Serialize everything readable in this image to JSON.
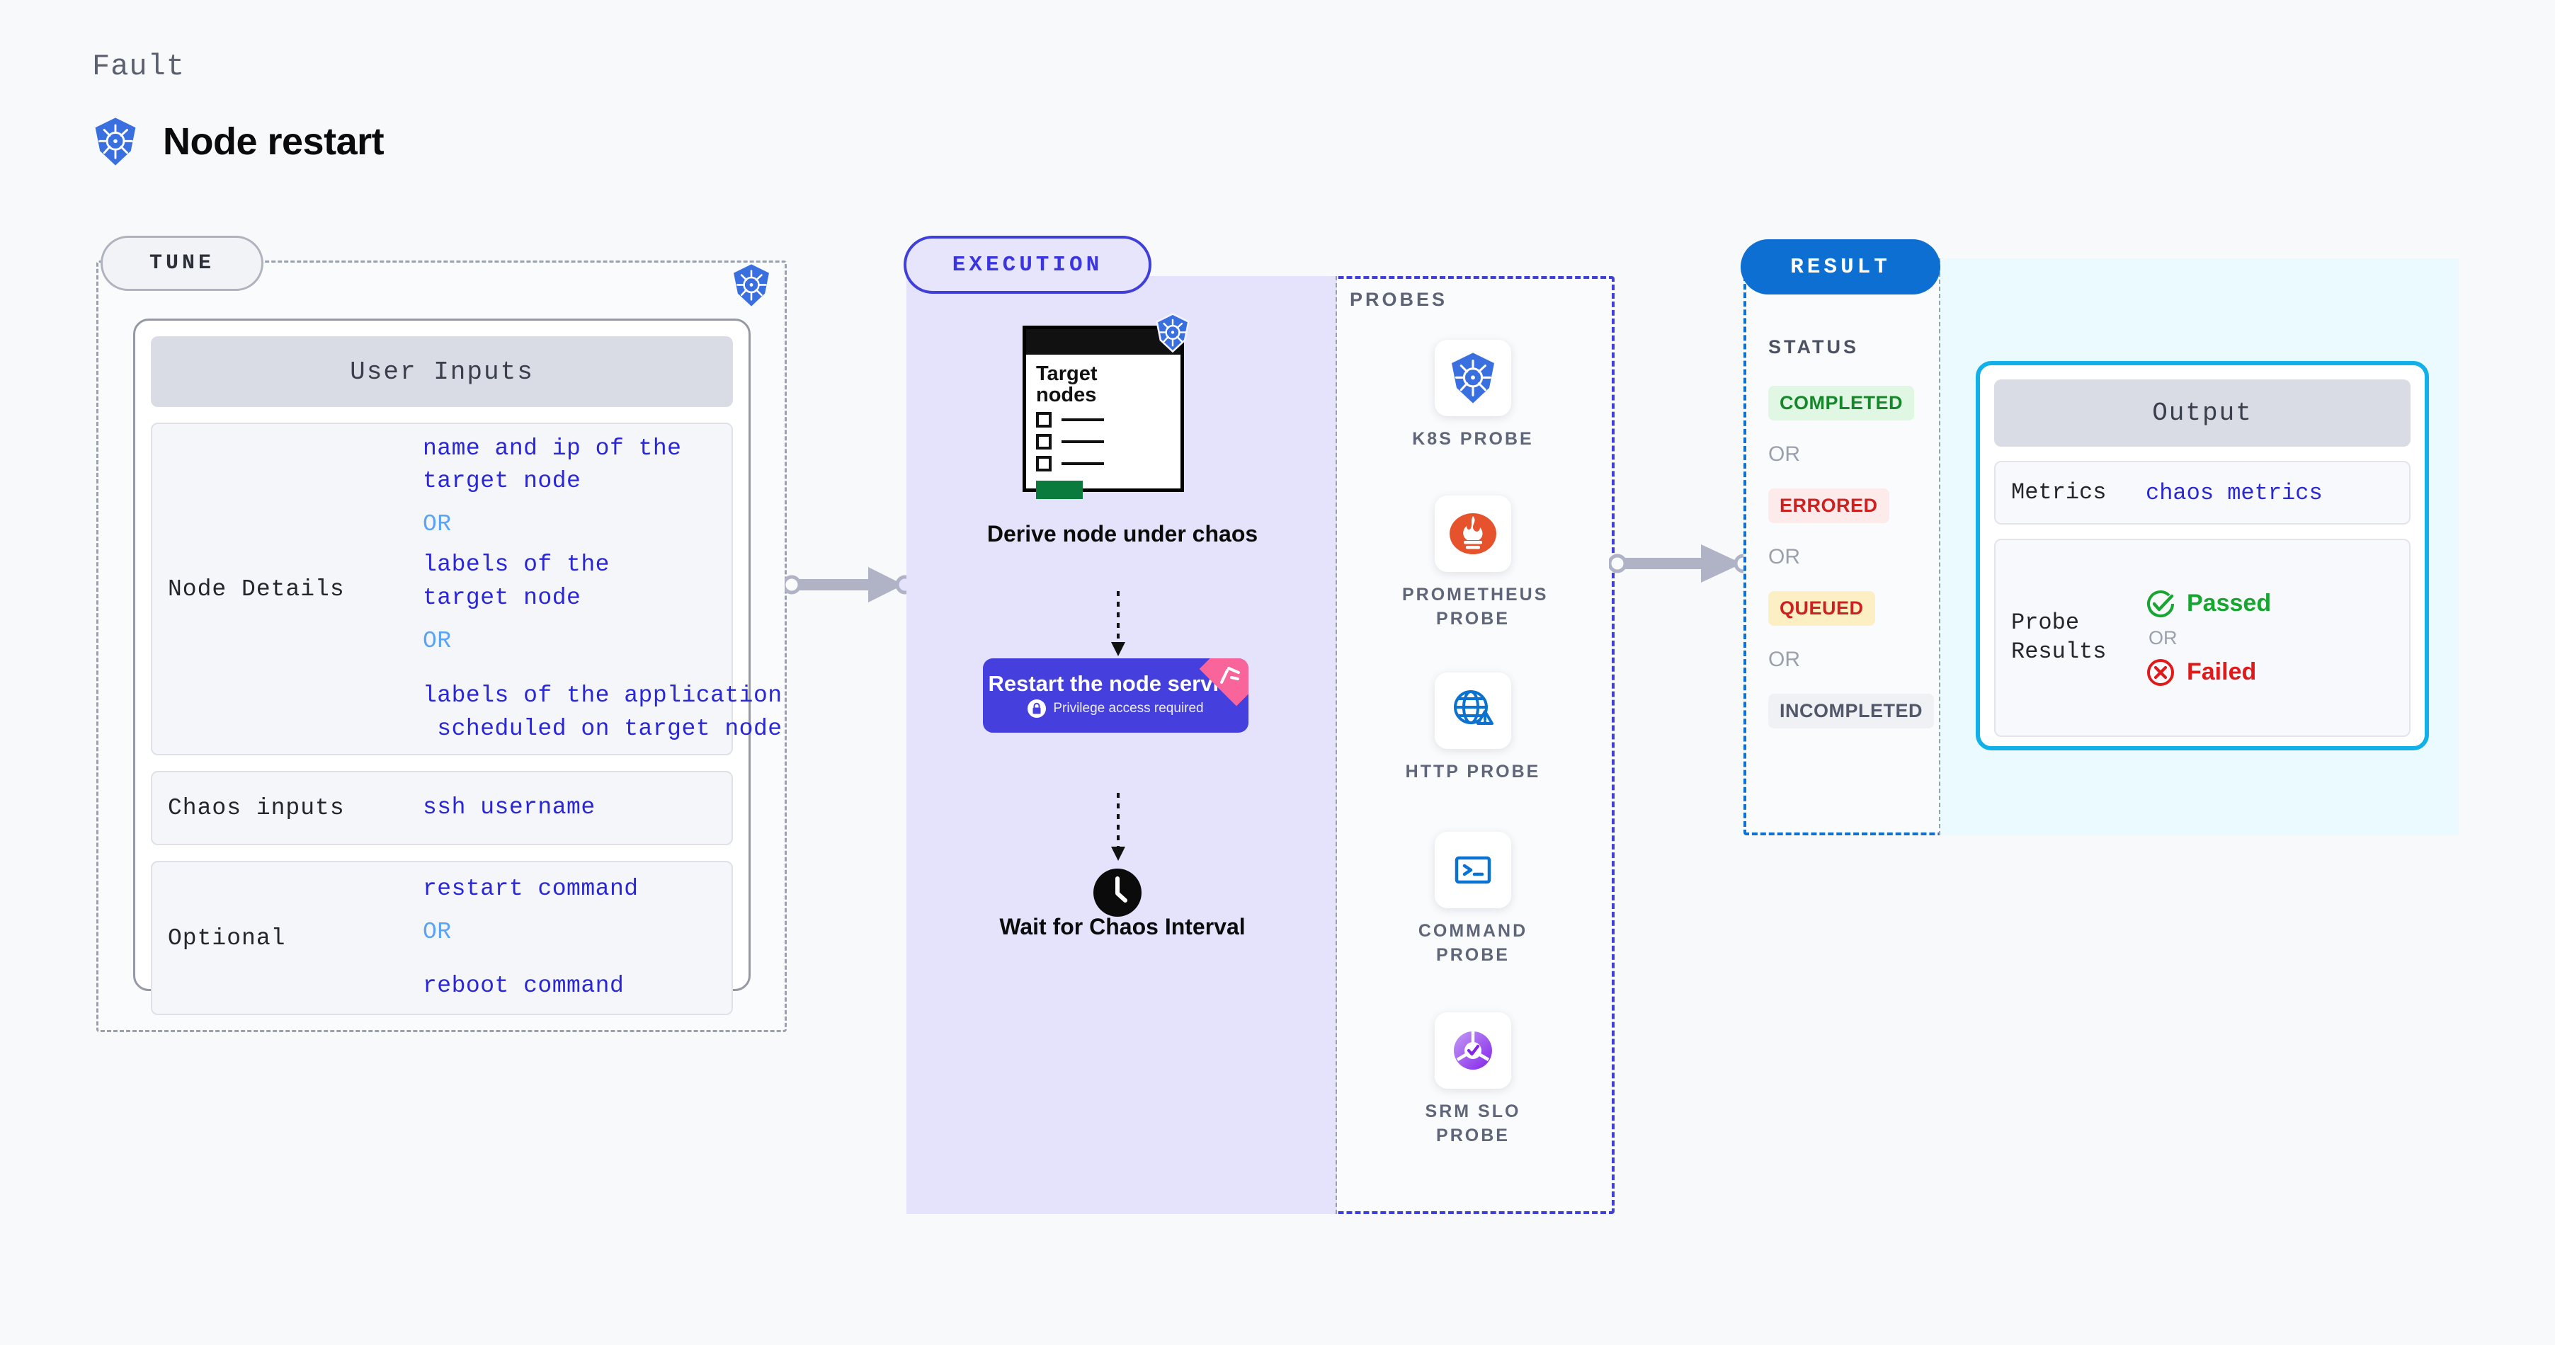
{
  "header": {
    "fault_label": "Fault",
    "title": "Node restart",
    "icon": "kubernetes-icon"
  },
  "tune": {
    "pill_label": "TUNE",
    "badge_icon": "kubernetes-icon",
    "card_title": "User Inputs",
    "rows": [
      {
        "key": "Node Details",
        "values": [
          "name and ip of the",
          "target node"
        ],
        "or1": "OR",
        "values2": [
          "labels of the",
          "target node"
        ],
        "or2": "OR",
        "values3": [
          "labels of the application",
          " scheduled on target node"
        ]
      },
      {
        "key": "Chaos inputs",
        "value": "ssh username"
      },
      {
        "key": "Optional",
        "value1": "restart command",
        "or": "OR",
        "value2": "reboot command"
      }
    ]
  },
  "execution": {
    "pill_label": "EXECUTION",
    "target_window": {
      "title_line1": "Target",
      "title_line2": "nodes",
      "badge_icon": "kubernetes-icon"
    },
    "derive_caption": "Derive node under chaos",
    "restart_box": {
      "title": "Restart the node service",
      "subtitle": "Privilege access required",
      "lock_icon": "lock-icon",
      "corner_badge_icon": "flag-ribbon-icon",
      "bg_color": "#4540dd",
      "corner_color": "#f9659a"
    },
    "wait": {
      "icon": "clock-icon",
      "caption": "Wait for Chaos Interval"
    }
  },
  "probes": {
    "label": "PROBES",
    "items": [
      {
        "icon": "kubernetes-icon",
        "label": "K8S PROBE"
      },
      {
        "icon": "prometheus-icon",
        "label": "PROMETHEUS PROBE"
      },
      {
        "icon": "http-globe-alert-icon",
        "label": "HTTP PROBE"
      },
      {
        "icon": "terminal-icon",
        "label": "COMMAND PROBE"
      },
      {
        "icon": "srm-slo-icon",
        "label": "SRM SLO PROBE"
      }
    ]
  },
  "result": {
    "pill_label": "RESULT",
    "status_label": "STATUS",
    "statuses": [
      {
        "text": "COMPLETED",
        "fg": "#17872b",
        "bg": "#e0f7e3"
      },
      {
        "text": "ERRORED",
        "fg": "#cf2020",
        "bg": "#fdeaea"
      },
      {
        "text": "QUEUED",
        "fg": "#cf2020",
        "bg": "#fdefc4"
      },
      {
        "text": "INCOMPLETED",
        "fg": "#525869",
        "bg": "#eff1f5"
      }
    ],
    "or_text": "OR",
    "output": {
      "title": "Output",
      "metrics_key": "Metrics",
      "metrics_value": "chaos metrics",
      "probe_results_key": "Probe Results",
      "passed": "Passed",
      "failed": "Failed",
      "or_text": "OR",
      "passed_icon": "check-circle-icon",
      "failed_icon": "x-circle-icon",
      "passed_color": "#18a531",
      "failed_color": "#e01a1a"
    }
  },
  "connectors": {
    "tune_to_execution": "arrow-right",
    "execution_to_result": "arrow-right"
  }
}
